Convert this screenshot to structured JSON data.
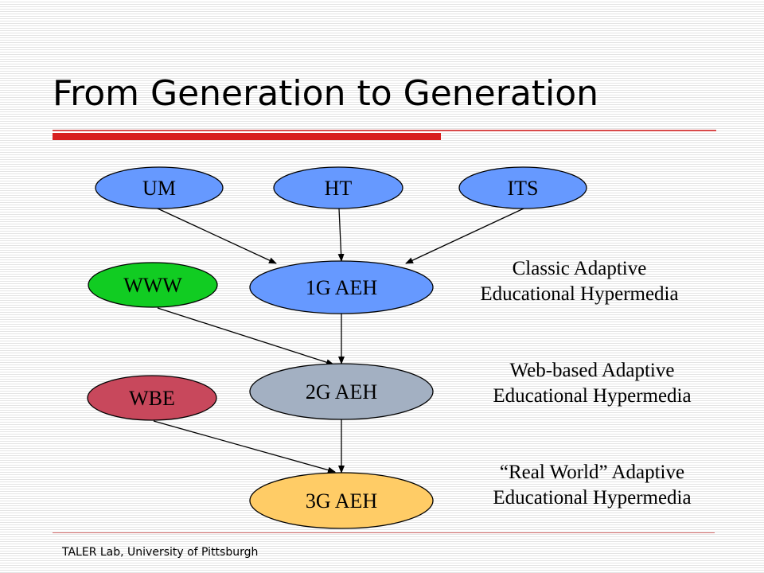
{
  "slide": {
    "title": "From Generation to Generation",
    "footer": "TALER Lab, University of Pittsburgh"
  },
  "colors": {
    "blue": "#6699ff",
    "green": "#11cc22",
    "gray": "#a3b0c2",
    "red": "#c8485c",
    "yellow": "#ffcc66",
    "accent_red": "#d81e1e"
  },
  "diagram": {
    "nodes": {
      "um": "UM",
      "ht": "HT",
      "its": "ITS",
      "www": "WWW",
      "aeh1": "1G AEH",
      "wbe": "WBE",
      "aeh2": "2G AEH",
      "aeh3": "3G AEH"
    },
    "descriptions": {
      "classic": [
        "Classic Adaptive",
        "Educational Hypermedia"
      ],
      "web": [
        "Web-based Adaptive",
        "Educational Hypermedia"
      ],
      "real": [
        "“Real World” Adaptive",
        "Educational Hypermedia"
      ]
    }
  }
}
